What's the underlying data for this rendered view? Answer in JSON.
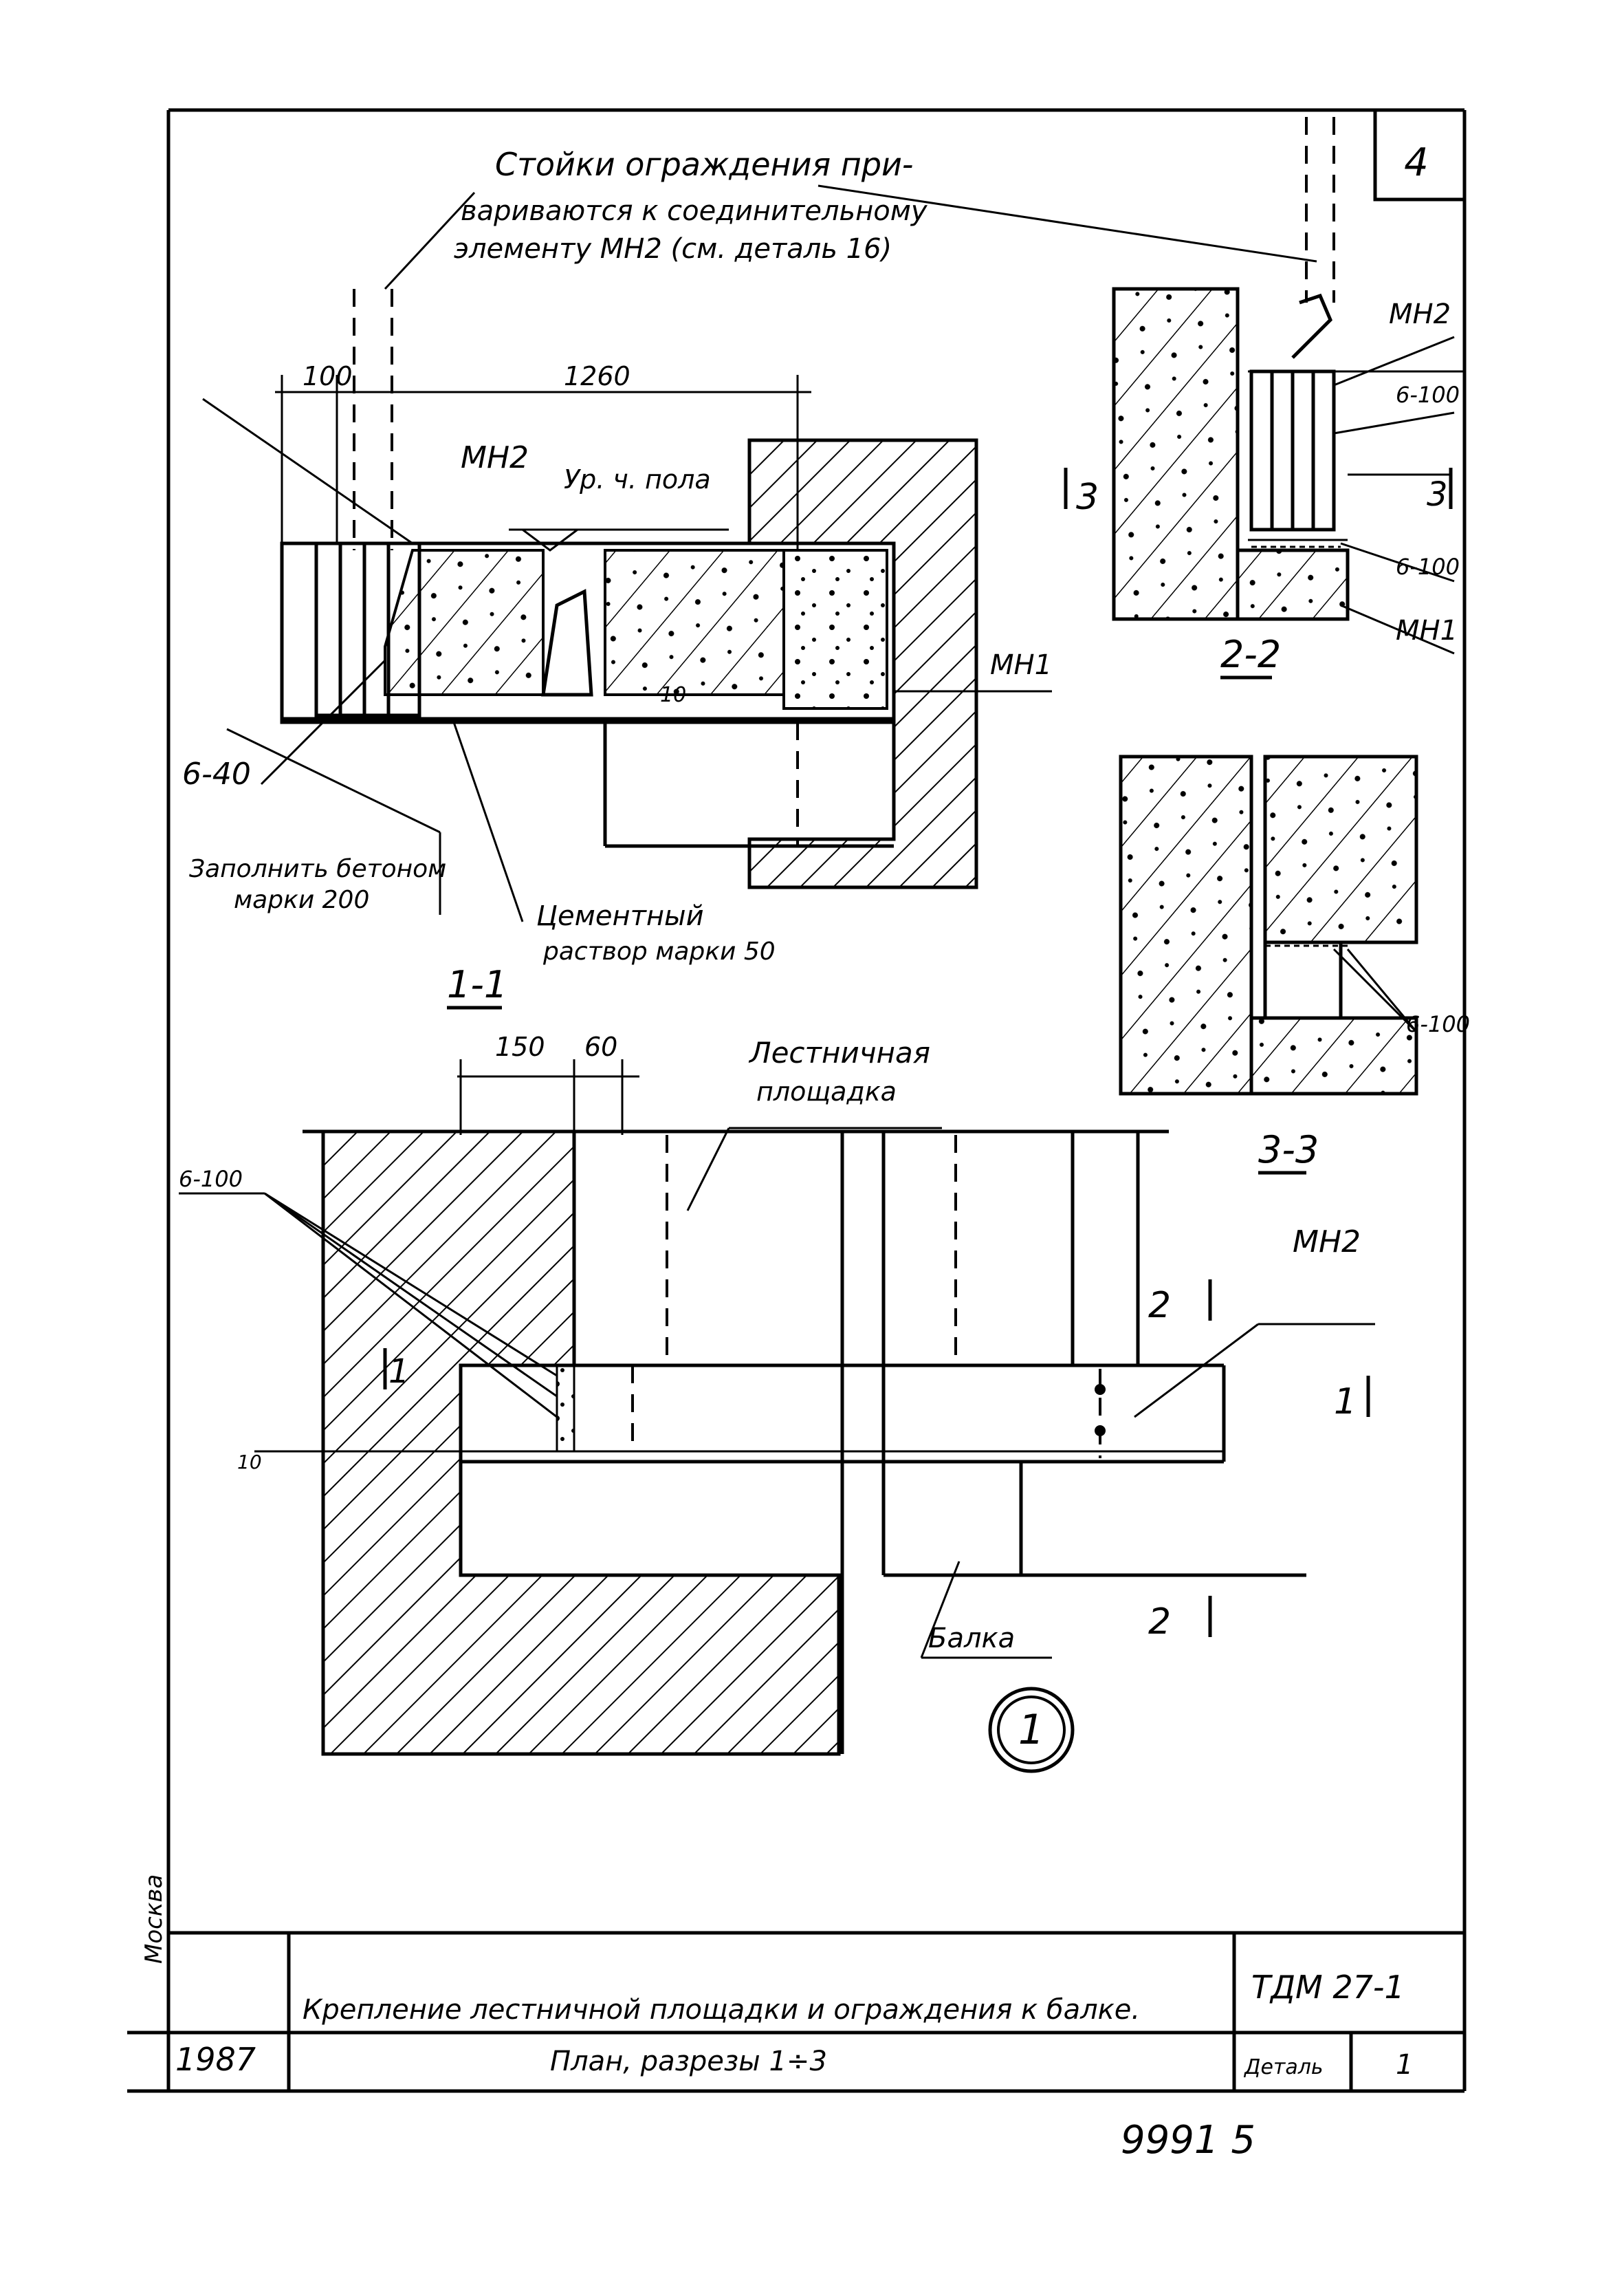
{
  "sheet": {
    "number": "4",
    "city": "Москва",
    "year": "1987",
    "title_line1": "Крепление лестничной площадки и ограждения к балке.",
    "title_line2": "План, разрезы 1÷3",
    "code": "ТДМ 27-1",
    "detail_label": "Деталь",
    "detail_value": "1",
    "stamp": "9991  5"
  },
  "notes": {
    "posts_line1": "Стойки ограждения при-",
    "posts_line2": "вариваются к соединительному",
    "posts_line3": "элементу МН2 (см. деталь 16)",
    "fill_line1": "Заполнить бетоном",
    "fill_line2": "марки 200",
    "mortar_line1": "Цементный",
    "mortar_line2": "раствор марки 50",
    "floor_level": "Ур. ч. пола",
    "landing_line1": "Лестничная",
    "landing_line2": "площадка",
    "beam": "Балка"
  },
  "section_1_1": {
    "label": "1-1",
    "dim_100": "100",
    "dim_1260": "1260",
    "mh2": "МН2",
    "mh1": "МН1",
    "weld": "6-40",
    "dim_10": "10"
  },
  "section_2_2": {
    "label": "2-2",
    "mh2": "МН2",
    "mh1": "МН1",
    "weld_a": "6-100",
    "weld_b": "6-100",
    "cut_3": "3"
  },
  "section_3_3": {
    "label": "3-3",
    "weld": "6-100"
  },
  "plan": {
    "dim_150": "150",
    "dim_60": "60",
    "weld": "6-100",
    "mh2": "МН2",
    "cut_1": "1",
    "cut_2": "2",
    "dim_10": "10",
    "detail_mark": "1"
  }
}
